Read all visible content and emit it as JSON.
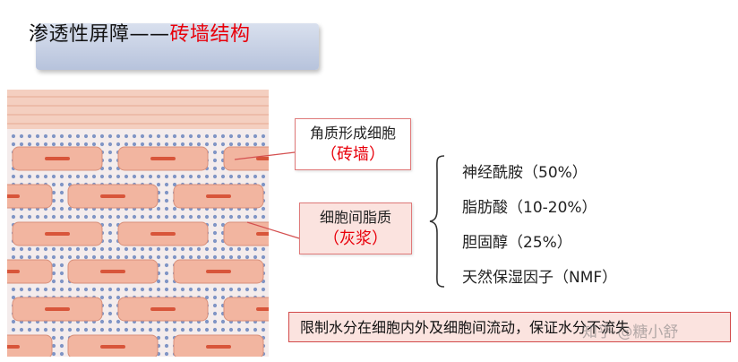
{
  "title": {
    "main": "渗透性屏障——",
    "accent": "砖墙结构"
  },
  "labels": {
    "cells": {
      "line1": "角质形成细胞",
      "line2": "（砖墙）"
    },
    "lipid": {
      "line1": "细胞间脂质",
      "line2": "（灰浆）"
    }
  },
  "components": [
    "神经酰胺（50%）",
    "脂肪酸（10-20%）",
    "胆固醇（25%）",
    "天然保湿因子（NMF）"
  ],
  "note": "限制水分在细胞内外及细胞间流动，保证水分不流失",
  "watermark": "知乎 @糖小舒",
  "colors": {
    "accent": "#e8000b",
    "brick": "#f2b5a0",
    "dots": "#5a78b8"
  }
}
